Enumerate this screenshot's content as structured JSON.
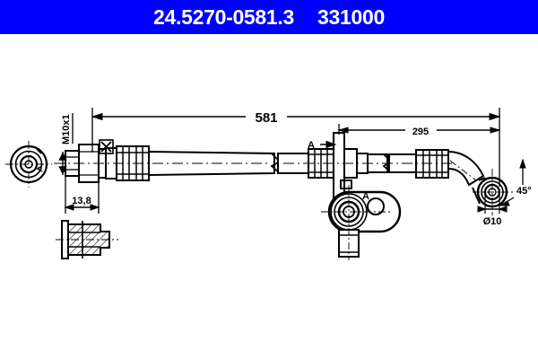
{
  "header": {
    "part_number": "24.5270-0581.3",
    "catalog_number": "331000",
    "background_color": "#0000ff",
    "text_color": "#ffffff"
  },
  "drawing": {
    "title": "Brake hose technical drawing",
    "line_color": "#000000",
    "background_color": "#ffffff",
    "dimensions": {
      "overall_length": "581",
      "partial_length": "295",
      "fitting_length": "13,8",
      "thread_spec": "M10x1",
      "eye_diameter": "Ø10",
      "bend_angle": "45°"
    },
    "section_markers": {
      "top_marker": "A",
      "detail_marker": "A"
    }
  }
}
